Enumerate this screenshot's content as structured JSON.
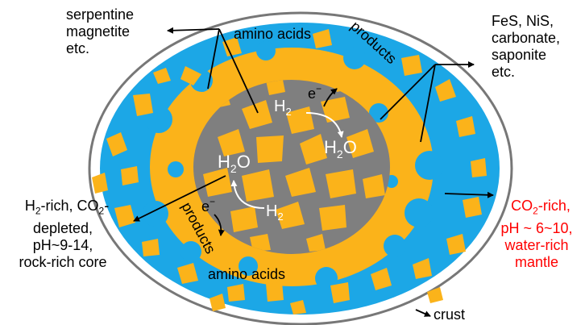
{
  "colors": {
    "mantle": "#1ca7e6",
    "core": "#7f7f7f",
    "rock": "#fbb31a",
    "crust_outline": "#777777",
    "text": "#000000",
    "text_red": "#ff0000",
    "text_white": "#ffffff"
  },
  "labels": {
    "serpentine": "serpentine\nmagnetite\netc.",
    "amino_acids_top": "amino acids",
    "products_top": "products",
    "minerals": "FeS, NiS,\ncarbonate,\nsaponite\netc.",
    "core_description_line1": "H",
    "core_description_sub1": "2",
    "core_description_mid": "-rich, CO",
    "core_description_sub2": "2",
    "core_description_end": "-",
    "core_description_rest": "depleted,\npH~9-14,\nrock-rich core",
    "mantle_line1_pre": "CO",
    "mantle_line1_sub": "2",
    "mantle_line1_post": "-rich,",
    "mantle_rest": "pH ~ 6~10,\nwater-rich\nmantle",
    "amino_acids_bottom": "amino acids",
    "products_bottom": "products",
    "crust": "crust",
    "electron_top": "e",
    "electron_bottom": "e",
    "electron_sup": "−",
    "h2": "H",
    "h2_sub": "2",
    "h2o_pre": "H",
    "h2o_sub": "2",
    "h2o_post": "O"
  }
}
